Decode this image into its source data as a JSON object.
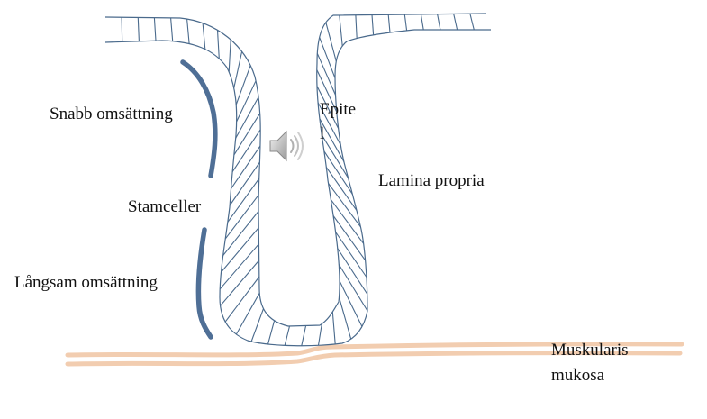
{
  "labels": {
    "fast_turnover": "Snabb omsättning",
    "stem_cells": "Stamceller",
    "slow_turnover": "Långsam omsättning",
    "epithelium_line1": "Epite",
    "epithelium_line2": "l",
    "lamina_propria": "Lamina propria",
    "muscularis_line1": "Muskularis",
    "muscularis_line2": "mukosa"
  },
  "icons": {
    "audio": "speaker-icon"
  },
  "colors": {
    "epithelium": "#4a6a8c",
    "arrows": "#4f6f96",
    "muscularis": "#f2cdb0",
    "text": "#111111"
  }
}
